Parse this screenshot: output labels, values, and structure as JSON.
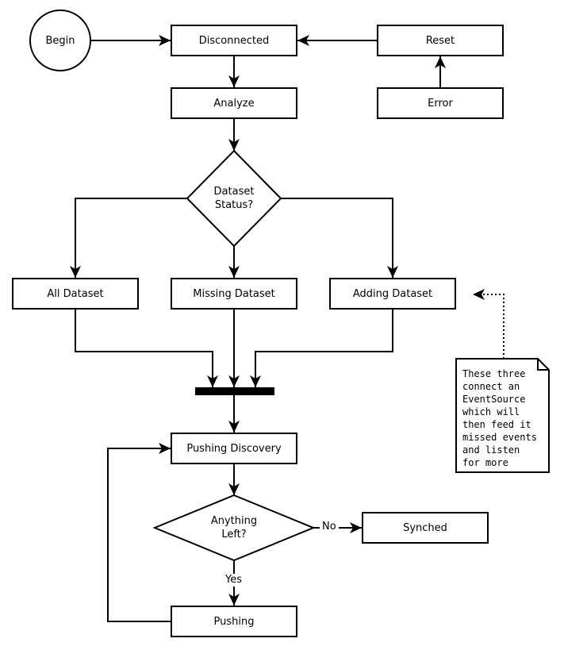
{
  "nodes": {
    "begin": "Begin",
    "disconnected": "Disconnected",
    "reset": "Reset",
    "analyze": "Analyze",
    "error": "Error",
    "dataset_status": "Dataset\nStatus?",
    "all_dataset": "All Dataset",
    "missing_dataset": "Missing Dataset",
    "adding_dataset": "Adding Dataset",
    "pushing_discovery": "Pushing Discovery",
    "anything_left": "Anything\nLeft?",
    "synched": "Synched",
    "pushing": "Pushing"
  },
  "edge_labels": {
    "no": "No",
    "yes": "Yes"
  },
  "note": {
    "text": "These three\nconnect an\nEventSource\nwhich will\nthen feed it\nmissed events\nand listen\nfor more"
  },
  "colors": {
    "stroke": "#000000",
    "node_fill": "#ffffff",
    "background": "#ffffff"
  }
}
